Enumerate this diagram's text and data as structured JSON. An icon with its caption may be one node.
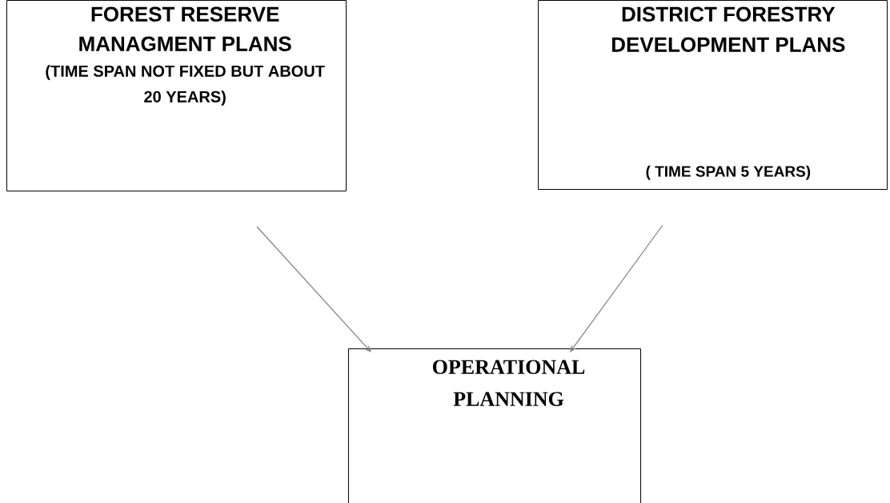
{
  "diagram": {
    "nodes": [
      {
        "text": [
          "FOREST RESERVE MANAGMENT PLANS",
          "(TIME SPAN NOT FIXED BUT ABOUT 20 YEARS)"
        ]
      },
      {
        "text": [
          "DISTRICT FORESTRY DEVELOPMENT PLANS",
          "( TIME SPAN 5 YEARS)"
        ]
      },
      {
        "text": [
          "OPERATIONAL PLANNING"
        ]
      }
    ],
    "edges": [
      {
        "from": 0,
        "to": 2,
        "arrow": "to"
      },
      {
        "from": 1,
        "to": 2,
        "arrow": "to"
      }
    ]
  }
}
